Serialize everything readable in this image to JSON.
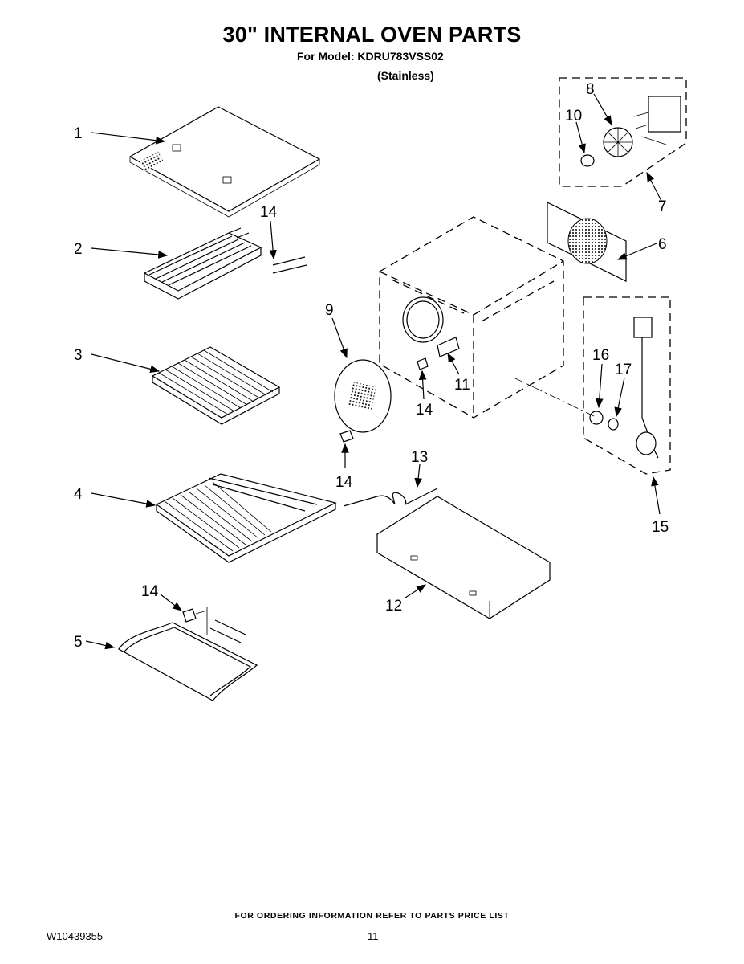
{
  "header": {
    "title": "30\" INTERNAL OVEN PARTS",
    "model_line": "For Model: KDRU783VSS02",
    "finish": "(Stainless)"
  },
  "callouts": {
    "c1": "1",
    "c2": "2",
    "c3": "3",
    "c4": "4",
    "c5": "5",
    "c6": "6",
    "c7": "7",
    "c8": "8",
    "c9": "9",
    "c10": "10",
    "c11": "11",
    "c12": "12",
    "c13": "13",
    "c14a": "14",
    "c14b": "14",
    "c14c": "14",
    "c14d": "14",
    "c15": "15",
    "c16": "16",
    "c17": "17"
  },
  "footer": {
    "ordering_note": "FOR ORDERING INFORMATION REFER TO PARTS PRICE LIST",
    "doc_number": "W10439355",
    "page_number": "11"
  }
}
